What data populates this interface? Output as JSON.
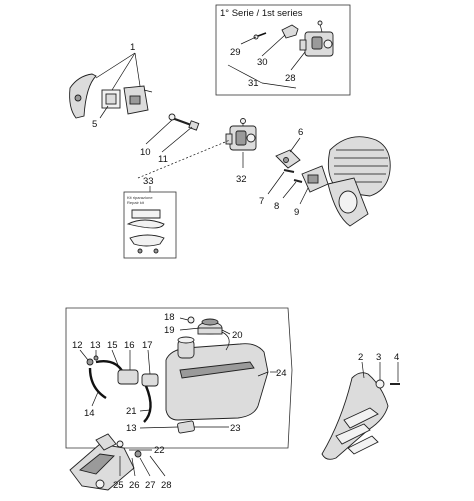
{
  "series_box": {
    "title": "1° Serie / 1st series"
  },
  "repair_kit": {
    "line1": "Kit riparazione",
    "line2": "Repair kit"
  },
  "callouts": {
    "c1": "1",
    "c2": "2",
    "c3": "3",
    "c4": "4",
    "c5": "5",
    "c6": "6",
    "c7": "7",
    "c8": "8",
    "c9": "9",
    "c10": "10",
    "c11": "11",
    "c12": "12",
    "c13a": "13",
    "c13b": "13",
    "c14": "14",
    "c15": "15",
    "c16": "16",
    "c17": "17",
    "c18": "18",
    "c19": "19",
    "c20": "20",
    "c21": "21",
    "c22": "22",
    "c23": "23",
    "c24": "24",
    "c25": "25",
    "c26": "26",
    "c27": "27",
    "c28": "28",
    "c29": "29",
    "c30": "30",
    "c31": "31",
    "c32": "32",
    "c33": "33"
  }
}
